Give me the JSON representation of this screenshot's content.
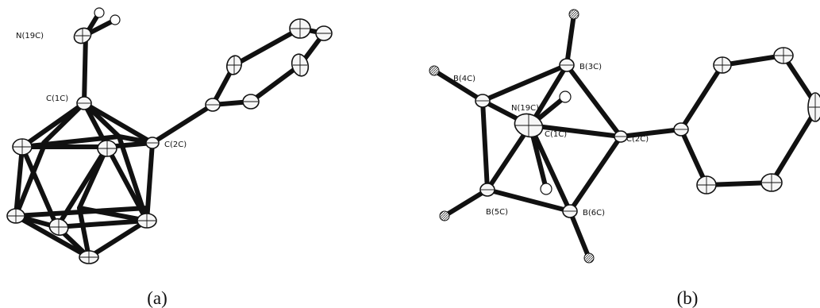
{
  "panel_a": {
    "caption": "(a)",
    "labels": {
      "n19c": "N(19C)",
      "c1c": "C(1C)",
      "c2c": "C(2C)"
    }
  },
  "panel_b": {
    "caption": "(b)",
    "labels": {
      "b3c": "B(3C)",
      "b4c": "B(4C)",
      "n19c": "N(19C)",
      "c1c": "C(1C)",
      "c2c": "C(2C)",
      "b5c": "B(5C)",
      "b6c": "B(6C)"
    }
  }
}
